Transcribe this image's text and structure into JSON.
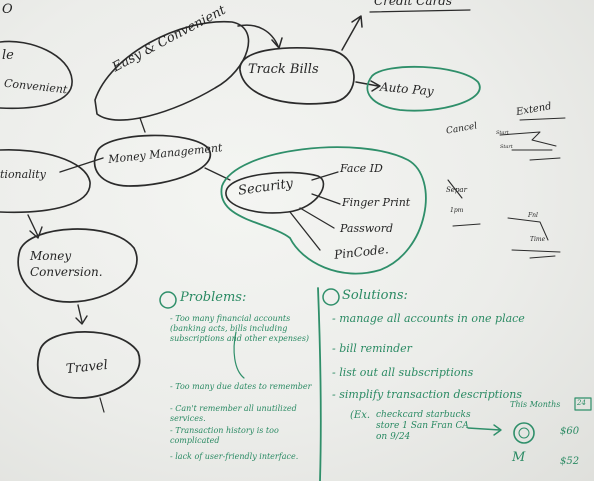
{
  "board": {
    "left_fragments": {
      "top_circle": "O",
      "le": "le",
      "convenient": "Convenient",
      "functionality": "tionality"
    },
    "top_edge": "Credit Cards",
    "mind_map": {
      "center": "Money Management",
      "easy": "Easy & Convenient",
      "track_bills": "Track Bills",
      "auto_pay": "Auto Pay",
      "cancel": "Cancel",
      "extend": "Extend",
      "security": "Security",
      "security_items": [
        "Face ID",
        "Finger Print",
        "Password",
        "PinCode."
      ],
      "money_conversion": "Money Conversion.",
      "travel": "Travel"
    },
    "right_margin": {
      "separate": "Separ",
      "note_a": "1pm",
      "faint": [
        "Start",
        "Start",
        "Fnl",
        "Time"
      ]
    },
    "problems": {
      "heading": "Problems:",
      "items": [
        "- Too many financial accounts (banking acts, bills including subscriptions and other expenses)",
        "- Too many due dates to remember",
        "- Can't remember all unutilized services.",
        "- Transaction history is too complicated",
        "- lack of user-friendly interface."
      ]
    },
    "solutions": {
      "heading": "Solutions:",
      "items": [
        "- manage all accounts in one place",
        "- bill reminder",
        "- list out all subscriptions",
        "- simplify transaction descriptions"
      ],
      "example_prefix": "(Ex.",
      "example_text": "checkcard starbucks store 1 San Fran CA on 9/24",
      "this_months": "This Months",
      "badge": "24",
      "starbucks_amount": "$60",
      "mcdonalds_glyph": "M",
      "mcdonalds_amount": "$52"
    }
  }
}
